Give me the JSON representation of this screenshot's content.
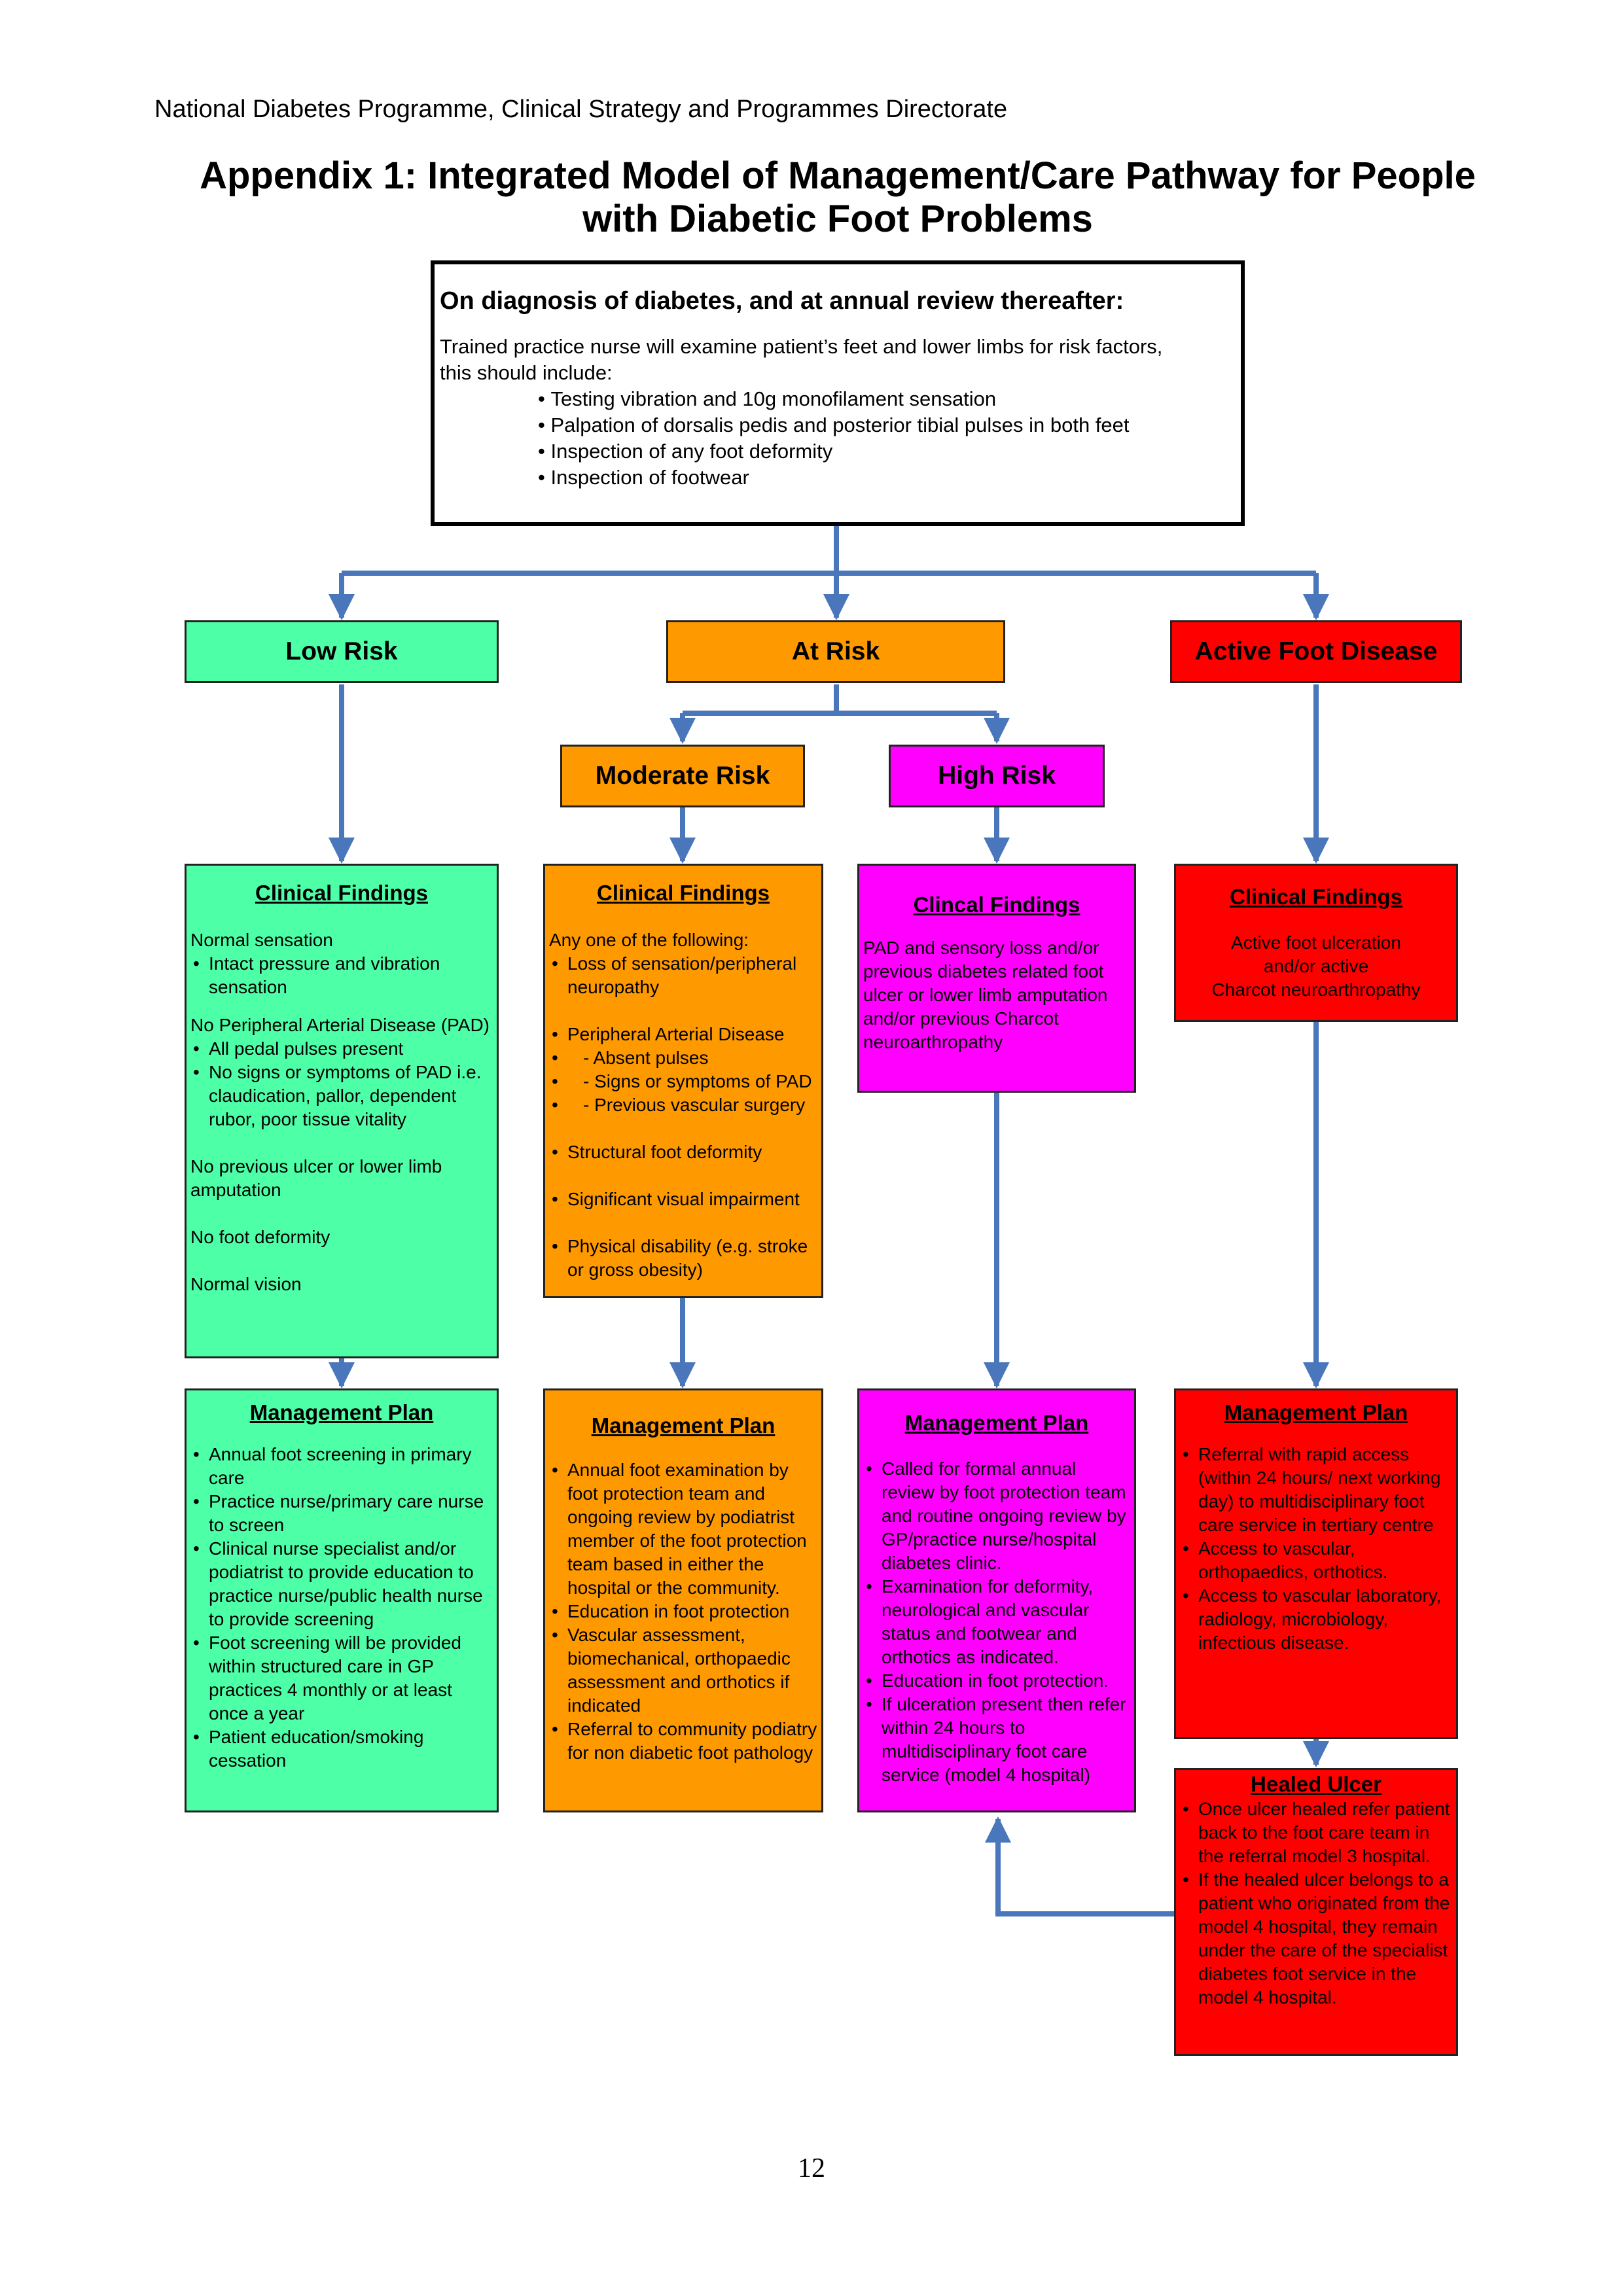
{
  "header": "National Diabetes Programme, Clinical Strategy and Programmes Directorate",
  "title_lines": [
    "Appendix 1: Integrated Model of Management/Care Pathway for People",
    "with Diabetic Foot Problems"
  ],
  "top_box": {
    "heading": "On diagnosis of diabetes, and at annual review thereafter:",
    "intro_lines": [
      "Trained practice nurse will examine patient’s feet and lower limbs for risk factors,",
      "this should include:"
    ],
    "items": [
      "Testing vibration and 10g monofilament sensation",
      "Palpation of dorsalis pedis and posterior tibial pulses in both feet",
      "Inspection of any foot deformity",
      "Inspection of footwear"
    ]
  },
  "risk_categories": {
    "low": "Low Risk",
    "at": "At Risk",
    "active": "Active Foot Disease",
    "moderate": "Moderate Risk",
    "high": "High Risk"
  },
  "findings": {
    "low": {
      "title": "Clinical Findings",
      "lines": [
        "Normal sensation"
      ],
      "items1": [
        "Intact pressure and vibration sensation"
      ],
      "pad_heading": "No Peripheral Arterial Disease (PAD)",
      "items2": [
        "All pedal pulses present",
        "No signs or symptoms of PAD i.e. claudication, pallor, dependent rubor, poor tissue vitality"
      ],
      "tail": [
        "No previous ulcer or lower limb amputation",
        "No foot deformity",
        "Normal vision"
      ]
    },
    "moderate": {
      "title": "Clinical Findings",
      "intro": "Any one of the following:",
      "item_loss": "Loss of sensation/peripheral neuropathy",
      "item_pad": "Peripheral Arterial Disease",
      "sub_items": [
        "- Absent pulses",
        "- Signs or symptoms of PAD",
        "- Previous vascular surgery"
      ],
      "item_struct": "Structural foot deformity",
      "item_visual": "Significant visual impairment",
      "item_physical": "Physical disability (e.g. stroke or gross obesity)"
    },
    "high": {
      "title": "Clincal Findings",
      "text": "PAD and sensory loss and/or previous diabetes related foot ulcer or lower limb amputation and/or previous Charcot neuroarthropathy"
    },
    "active": {
      "title": "Clinical Findings",
      "lines": [
        "Active foot ulceration",
        "and/or active",
        "Charcot neuroarthropathy"
      ]
    }
  },
  "plans": {
    "low": {
      "title": "Management Plan",
      "items": [
        "Annual foot screening in primary care",
        "Practice nurse/primary care nurse to screen",
        "Clinical nurse specialist and/or podiatrist to provide education to practice nurse/public health nurse to provide screening",
        "Foot screening will be provided within structured care in GP practices 4 monthly or at least once a year",
        "Patient education/smoking cessation"
      ]
    },
    "moderate": {
      "title": "Management Plan",
      "items": [
        "Annual foot examination by foot protection team and ongoing review by podiatrist member of the foot protection team based in either the hospital or the community.",
        "Education in foot protection",
        "Vascular assessment, biomechanical, orthopaedic assessment and orthotics if indicated",
        "Referral to community podiatry for non diabetic foot pathology"
      ]
    },
    "high": {
      "title": "Management Plan",
      "items": [
        "Called for formal annual review by foot protection team and routine ongoing review by GP/practice nurse/hospital diabetes clinic.",
        "Examination for deformity, neurological and vascular status and footwear and orthotics as indicated.",
        "Education in foot protection.",
        "If ulceration present then refer within 24 hours to multidisciplinary foot care service (model 4 hospital)"
      ]
    },
    "active": {
      "title": "Management Plan",
      "items": [
        "Referral with rapid access (within 24 hours/ next working day) to multidisciplinary foot care service in tertiary centre",
        "Access to vascular, orthopaedics, orthotics.",
        "Access to vascular laboratory, radiology, microbiology, infectious disease."
      ]
    },
    "healed": {
      "title": "Healed Ulcer",
      "items": [
        "Once ulcer healed refer patient back to the foot care team in the referral model 3 hospital.",
        "If the healed ulcer belongs to a patient who originated from the model 4 hospital, they remain under the care of the specialist diabetes foot service in the model 4 hospital."
      ]
    }
  },
  "page_number": "12",
  "colors": {
    "low": "#4dffa6",
    "at": "#ff9900",
    "high": "#ff00ff",
    "active": "#ff0000",
    "connector": "#4a76bb"
  }
}
